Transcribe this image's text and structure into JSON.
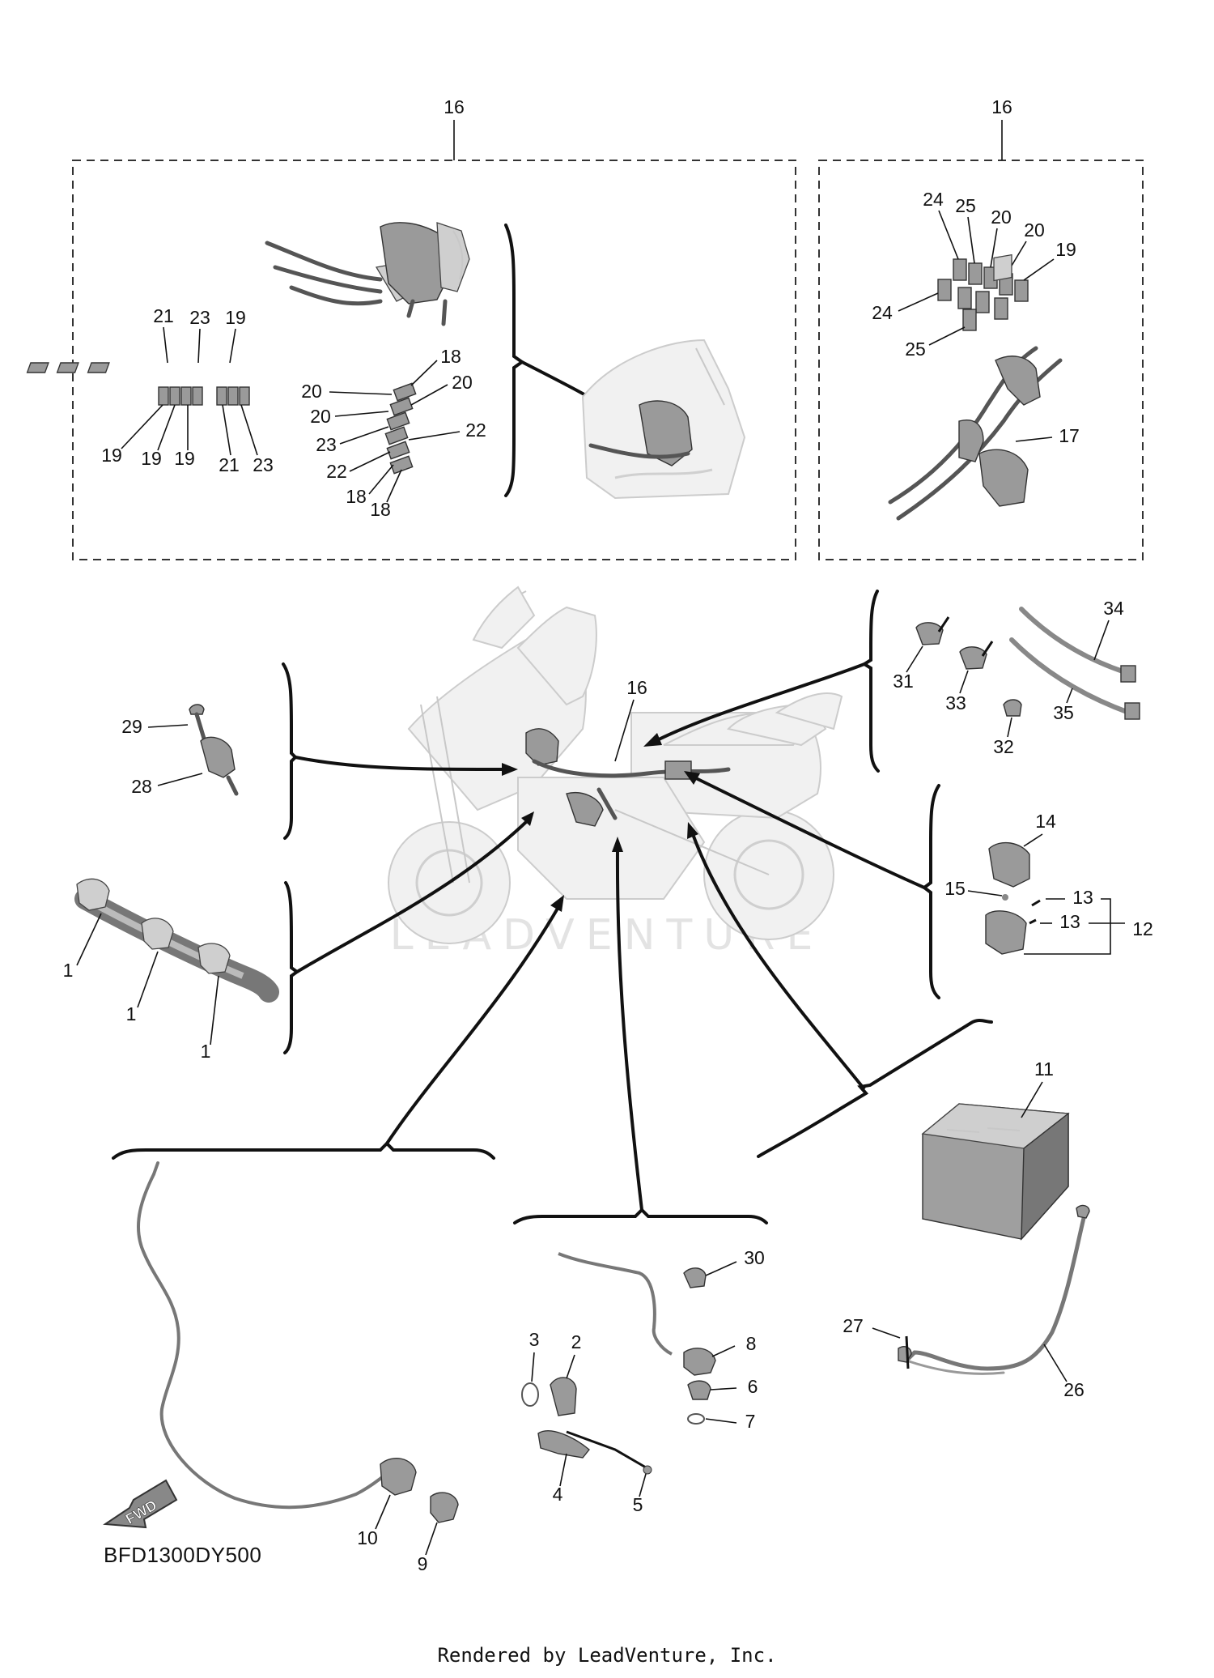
{
  "diagram": {
    "drawing_code": "BFD1300DY500",
    "footer_text": "Rendered by LeadVenture, Inc.",
    "watermark": "LEADVENTURE",
    "fwd_label": "FWD",
    "labels": {
      "l16_main": "16",
      "l16_right": "16",
      "l16_bike": "16",
      "l21a": "21",
      "l23a": "23",
      "l19a": "19",
      "l19b": "19",
      "l19c": "19",
      "l19d": "19",
      "l21b": "21",
      "l23b": "23",
      "l18a": "18",
      "l20a": "20",
      "l20b": "20",
      "l20c": "20",
      "l23c": "23",
      "l22a": "22",
      "l22b": "22",
      "l18b": "18",
      "l18c": "18",
      "l24a": "24",
      "l25a": "25",
      "l20d": "20",
      "l20e": "20",
      "l19e": "19",
      "l24b": "24",
      "l25b": "25",
      "l17": "17",
      "l31": "31",
      "l33": "33",
      "l32": "32",
      "l34": "34",
      "l35": "35",
      "l29": "29",
      "l28": "28",
      "l14": "14",
      "l15": "15",
      "l13a": "13",
      "l13b": "13",
      "l12": "12",
      "l1a": "1",
      "l1b": "1",
      "l1c": "1",
      "l11": "11",
      "l30": "30",
      "l3": "3",
      "l2": "2",
      "l8": "8",
      "l6": "6",
      "l7": "7",
      "l4": "4",
      "l5": "5",
      "l27": "27",
      "l26": "26",
      "l10": "10",
      "l9": "9"
    }
  }
}
